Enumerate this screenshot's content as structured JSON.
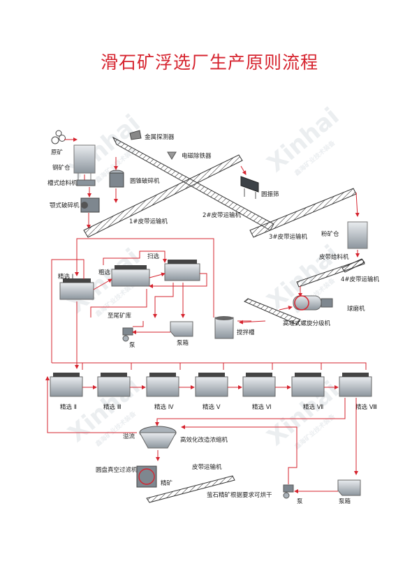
{
  "title": "滑石矿浮选厂生产原则流程",
  "watermark": "Xinhai",
  "watermark_sub": "鑫海矿业技术装备",
  "colors": {
    "accent": "#d6232e",
    "machine": "#9aa3ab"
  },
  "labels": {
    "raw_ore": "原矿",
    "steel_bin": "钢矿仓",
    "grizzly_feeder": "槽式给料机",
    "jaw_crusher": "颚式破碎机",
    "metal_detector": "金属探测器",
    "magnetic_separator": "电磁除铁器",
    "cone_crusher": "圆锥破碎机",
    "vibrating_screen": "圆振筛",
    "belt1": "1#皮带运输机",
    "belt2": "2#皮带运输机",
    "belt3": "3#皮带运输机",
    "powder_bin": "粉矿仓",
    "belt_feeder": "皮带给料机",
    "belt4": "4#皮带运输机",
    "ball_mill": "球磨机",
    "spiral_classifier": "高堰式螺旋分级机",
    "agitation_tank": "搅拌槽",
    "scavenging": "扫选",
    "rough": "粗选",
    "clean1": "精选 I",
    "tailings": "至尾矿库",
    "pump_top": "泵",
    "pump_box_top": "泵箱",
    "clean2": "精选 Ⅱ",
    "clean3": "精选 Ⅲ",
    "clean4": "精选 Ⅳ",
    "clean5": "精选 Ⅴ",
    "clean6": "精选 Ⅵ",
    "clean7": "精选 Ⅶ",
    "clean8": "精选 Ⅷ",
    "overflow": "溢流",
    "thickener": "高效化改造浓缩机",
    "disc_filter": "圆盘真空过滤机",
    "concentrate": "精矿",
    "belt_conveyor": "皮带运输机",
    "final_product": "萤石精矿根据要求可烘干",
    "pump_bottom": "泵",
    "pump_box_bottom": "泵箱"
  }
}
